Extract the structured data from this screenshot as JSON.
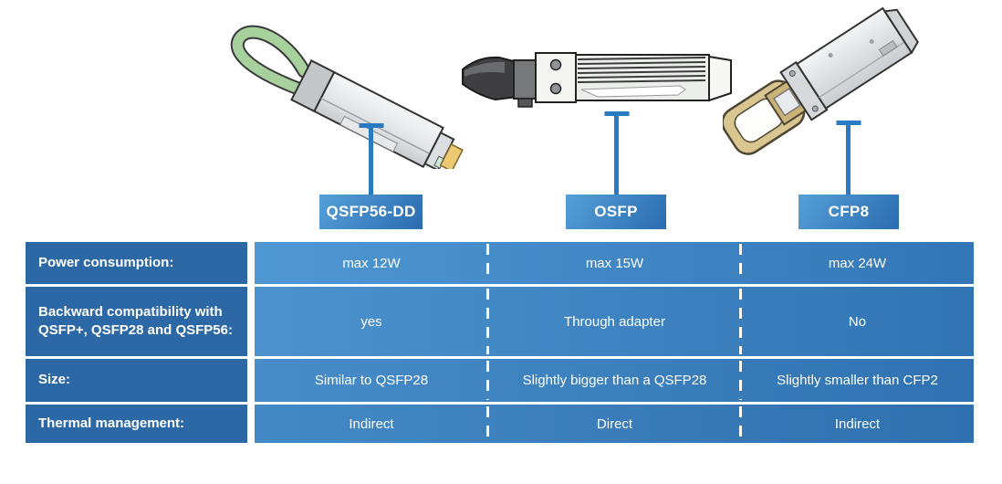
{
  "modules": [
    {
      "label": "QSFP56-DD",
      "illustration": "qsfp56-dd-transceiver-with-green-pull-tab-and-gold-edge-connector"
    },
    {
      "label": "OSFP",
      "illustration": "osfp-transceiver-with-dark-cable-boot-and-ribbed-heatsink"
    },
    {
      "label": "CFP8",
      "illustration": "cfp8-transceiver-with-tan-pull-handle"
    }
  ],
  "table": {
    "columns": [
      "QSFP56-DD",
      "OSFP",
      "CFP8"
    ],
    "rows": [
      {
        "header": "Power consumption:",
        "values": [
          "max 12W",
          "max 15W",
          "max 24W"
        ]
      },
      {
        "header": "Backward compatibility with QSFP+, QSFP28 and QSFP56:",
        "values": [
          "yes",
          "Through adapter",
          "No"
        ]
      },
      {
        "header": "Size:",
        "values": [
          "Similar to QSFP28",
          "Slightly bigger than a QSFP28",
          "Slightly smaller than CFP2"
        ]
      },
      {
        "header": "Thermal management:",
        "values": [
          "Indirect",
          "Direct",
          "Indirect"
        ]
      }
    ]
  },
  "colors": {
    "background": "#ffffff",
    "header_column": "#2d68a6",
    "data_cell_gradient_start": "#4f98d3",
    "data_cell_gradient_end": "#2f70af",
    "label_gradient_start": "#55a0d8",
    "label_gradient_end": "#2b6cb0",
    "callout_line": "#2a7ac1",
    "table_text": "#ffffff",
    "qsfp_tab_green": "#a6d19c",
    "cfp8_handle_tan": "#d9c58f",
    "module_body_silver": "#e9ebec",
    "gold_contacts": "#ecca74"
  }
}
